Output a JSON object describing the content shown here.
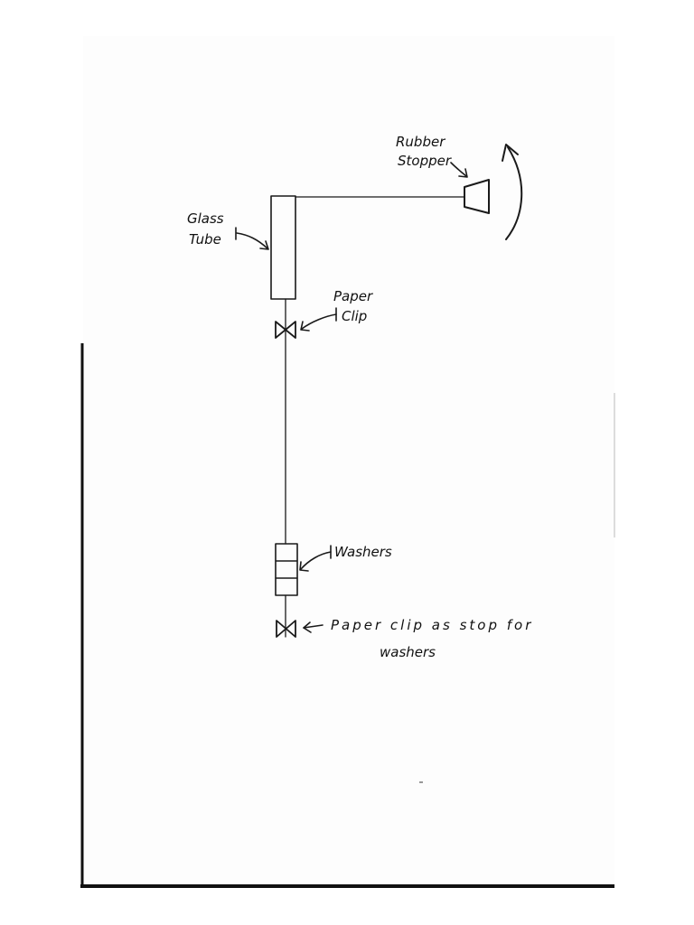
{
  "labels": {
    "rubber_stopper": [
      "Rubber",
      "Stopper"
    ],
    "glass_tube": [
      "Glass",
      "Tube"
    ],
    "paper_clip": [
      "Paper",
      "Clip"
    ],
    "washers": "Washers",
    "paper_clip_stop": [
      "Paper clip as stop for",
      "washers"
    ]
  },
  "colors": {
    "ink": "#1a1a1a",
    "paper": "#fdfdfd",
    "page": "#ffffff"
  }
}
